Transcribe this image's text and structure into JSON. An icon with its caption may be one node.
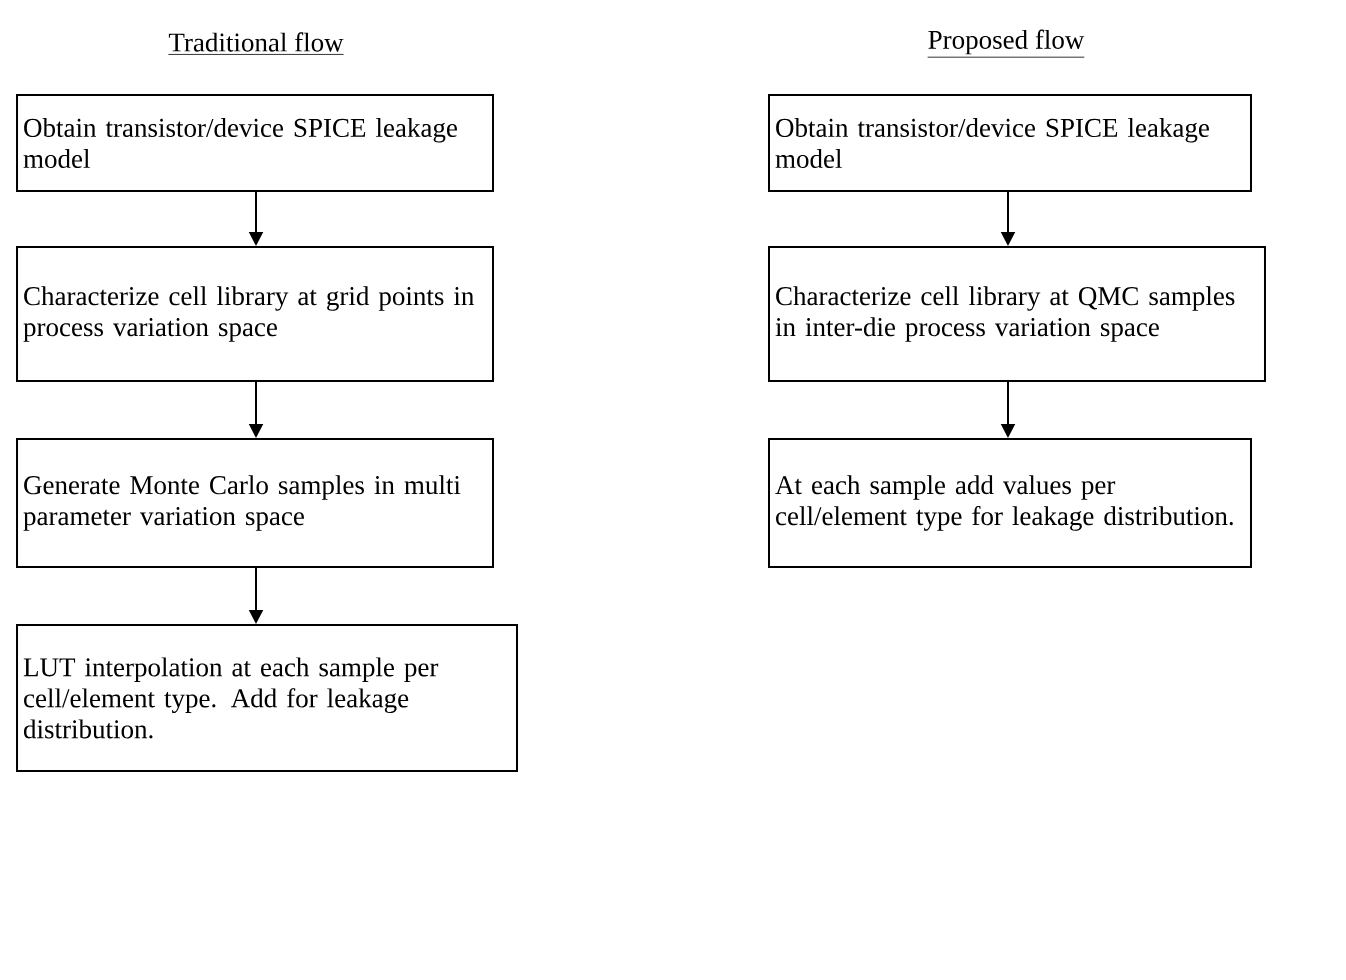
{
  "diagram": {
    "nodes": [
      {
        "text": [
          "Obtain transistor/device SPICE leakage model"
        ]
      },
      {
        "text": [
          "Characterize cell library at grid points in process variation space"
        ]
      },
      {
        "text": [
          "Generate Monte Carlo samples in multi parameter variation space"
        ]
      },
      {
        "text": [
          "LUT interpolation at each sample per cell/element type. Add for leakage distribution."
        ]
      },
      {
        "text": [
          "Obtain transistor/device SPICE leakage model"
        ]
      },
      {
        "text": [
          "Characterize cell library at QMC samples in inter-die process variation space"
        ]
      },
      {
        "text": [
          "At each sample add values per cell/element type for leakage distribution."
        ]
      }
    ],
    "edges": [
      {
        "from": 0,
        "to": 1,
        "arrow": "to"
      },
      {
        "from": 1,
        "to": 2,
        "arrow": "to"
      },
      {
        "from": 2,
        "to": 3,
        "arrow": "to"
      },
      {
        "from": 4,
        "to": 5,
        "arrow": "to"
      },
      {
        "from": 5,
        "to": 6,
        "arrow": "to"
      }
    ],
    "labels": [
      "Traditional flow",
      "Proposed flow"
    ]
  }
}
